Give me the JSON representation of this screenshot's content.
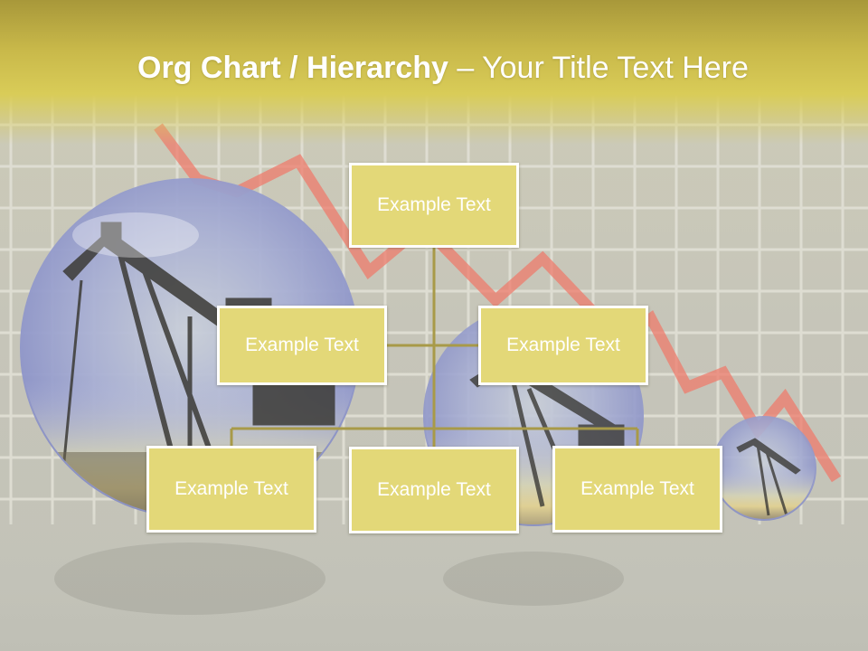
{
  "title": {
    "bold": "Org Chart / Hierarchy",
    "separator": " – ",
    "light": "Your Title Text Here"
  },
  "nodes": {
    "root": "Example Text",
    "level2": [
      "Example Text",
      "Example Text"
    ],
    "level3": [
      "Example Text",
      "Example Text",
      "Example Text"
    ]
  },
  "colors": {
    "title_band": "#d9cc58",
    "node_fill": "#e3d878",
    "node_border": "#ffffff",
    "connector": "#a89a48",
    "background": "#c9c8bb",
    "trend_line": "#e8786a"
  },
  "background_images": [
    "oil-pump-jack-globe-large",
    "oil-pump-jack-globe-medium",
    "oil-pump-jack-globe-small",
    "declining-trend-arrow",
    "grid-pattern"
  ]
}
